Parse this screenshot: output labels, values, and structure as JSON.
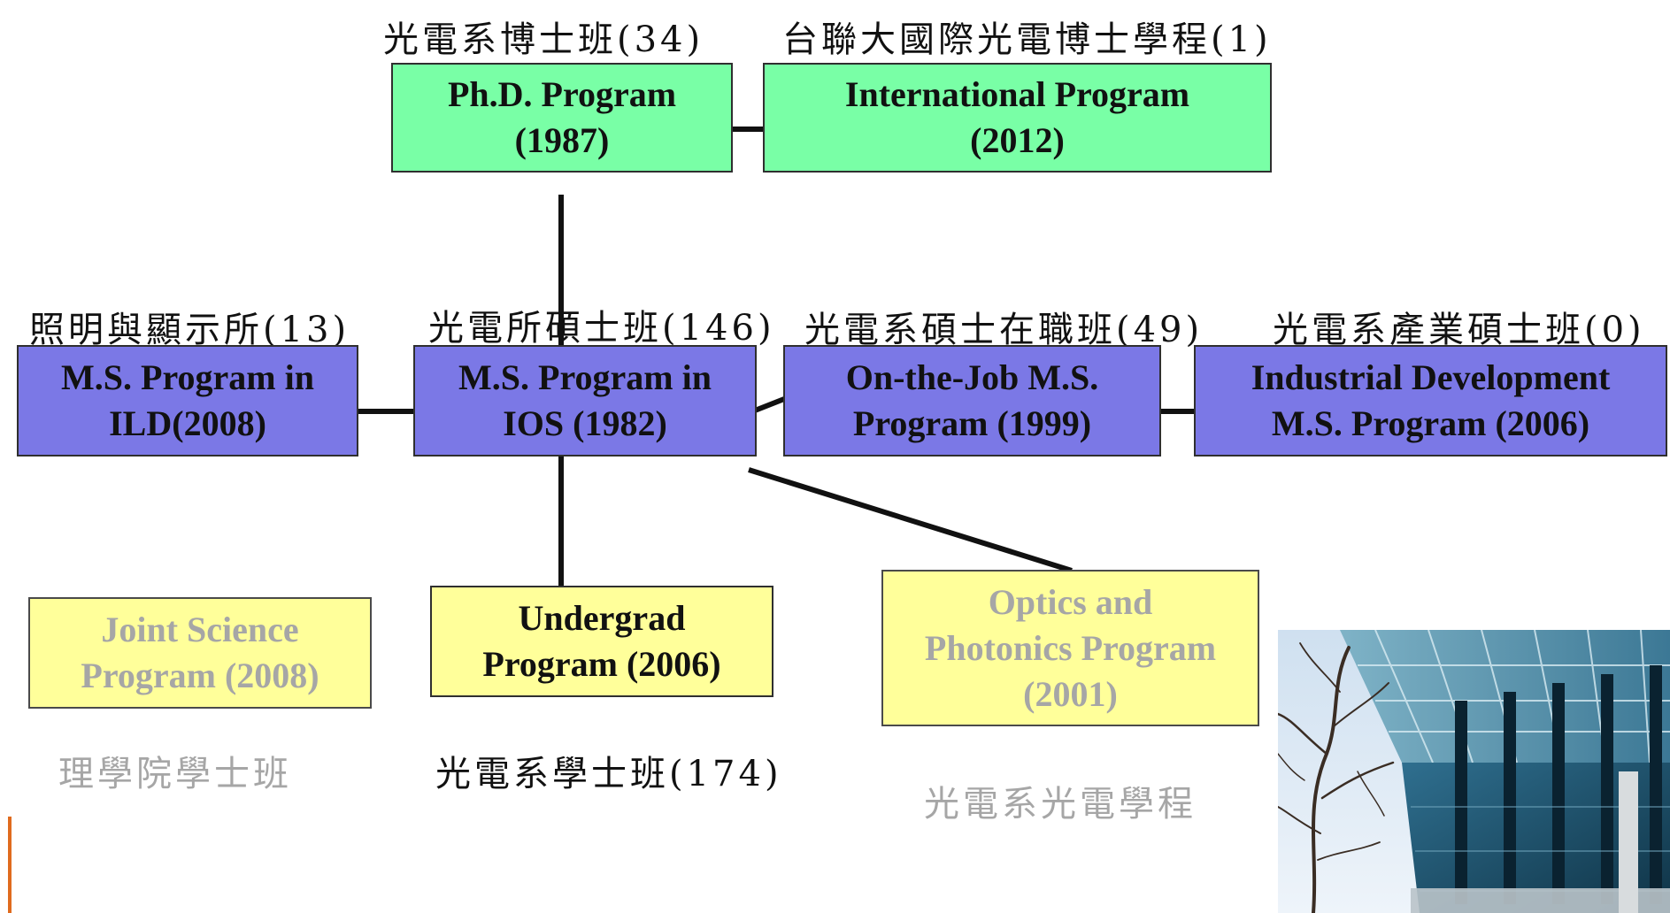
{
  "programs": {
    "phd": {
      "title": "Ph.D. Program",
      "year": "(1987)",
      "zh": "光電系博士班(34)"
    },
    "international": {
      "title": "International Program",
      "year": "(2012)",
      "zh": "台聯大國際光電博士學程(1)"
    },
    "ms_ild": {
      "title": "M.S. Program in",
      "year": "ILD(2008)",
      "zh": "照明與顯示所(13)"
    },
    "ms_ios": {
      "title": "M.S. Program in",
      "year": "IOS (1982)",
      "zh": "光電所碩士班(146)"
    },
    "on_the_job": {
      "title": "On-the-Job M.S.",
      "year": "Program (1999)",
      "zh": "光電系碩士在職班(49)"
    },
    "industrial": {
      "title": "Industrial Development",
      "year": "M.S. Program (2006)",
      "zh": "光電系產業碩士班(0)"
    },
    "joint_science": {
      "title": "Joint Science",
      "year": "Program (2008)",
      "zh": "理學院學士班"
    },
    "undergrad": {
      "title": "Undergrad",
      "year": "Program (2006)",
      "zh": "光電系學士班(174)"
    },
    "optics_photonics": {
      "title": "Optics and",
      "title2": "Photonics Program",
      "year": "(2001)",
      "zh": "光電系光電學程"
    }
  },
  "colors": {
    "graduate_box": "#79ffa6",
    "masters_box": "#7b78e6",
    "undergrad_box": "#ffff9a",
    "dimmed_text": "#a6a6a6",
    "accent_bar": "#e06b1e"
  },
  "image": {
    "description": "modern glass-facade building photo"
  }
}
